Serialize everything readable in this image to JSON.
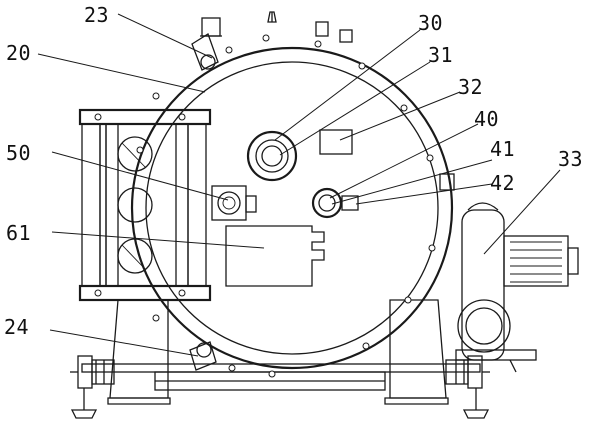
{
  "diagram": {
    "callouts": [
      {
        "id": "c23",
        "label": "23"
      },
      {
        "id": "c20",
        "label": "20"
      },
      {
        "id": "c30",
        "label": "30"
      },
      {
        "id": "c31",
        "label": "31"
      },
      {
        "id": "c32",
        "label": "32"
      },
      {
        "id": "c40",
        "label": "40"
      },
      {
        "id": "c41",
        "label": "41"
      },
      {
        "id": "c42",
        "label": "42"
      },
      {
        "id": "c50",
        "label": "50"
      },
      {
        "id": "c33",
        "label": "33"
      },
      {
        "id": "c61",
        "label": "61"
      },
      {
        "id": "c24",
        "label": "24"
      }
    ]
  }
}
